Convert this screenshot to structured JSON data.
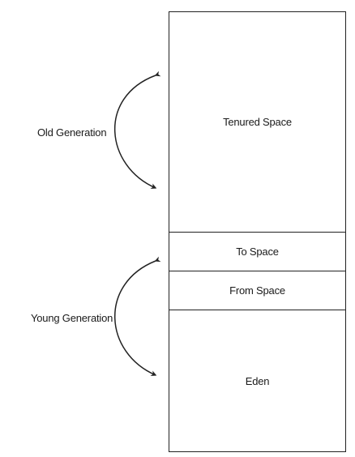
{
  "diagram": {
    "regions": {
      "tenured": "Tenured Space",
      "to_space": "To Space",
      "from_space": "From Space",
      "eden": "Eden"
    },
    "generations": {
      "old": "Old Generation",
      "young": "Young Generation"
    },
    "colors": {
      "line": "#222222",
      "text": "#1a1a1a",
      "background": "#ffffff"
    }
  }
}
